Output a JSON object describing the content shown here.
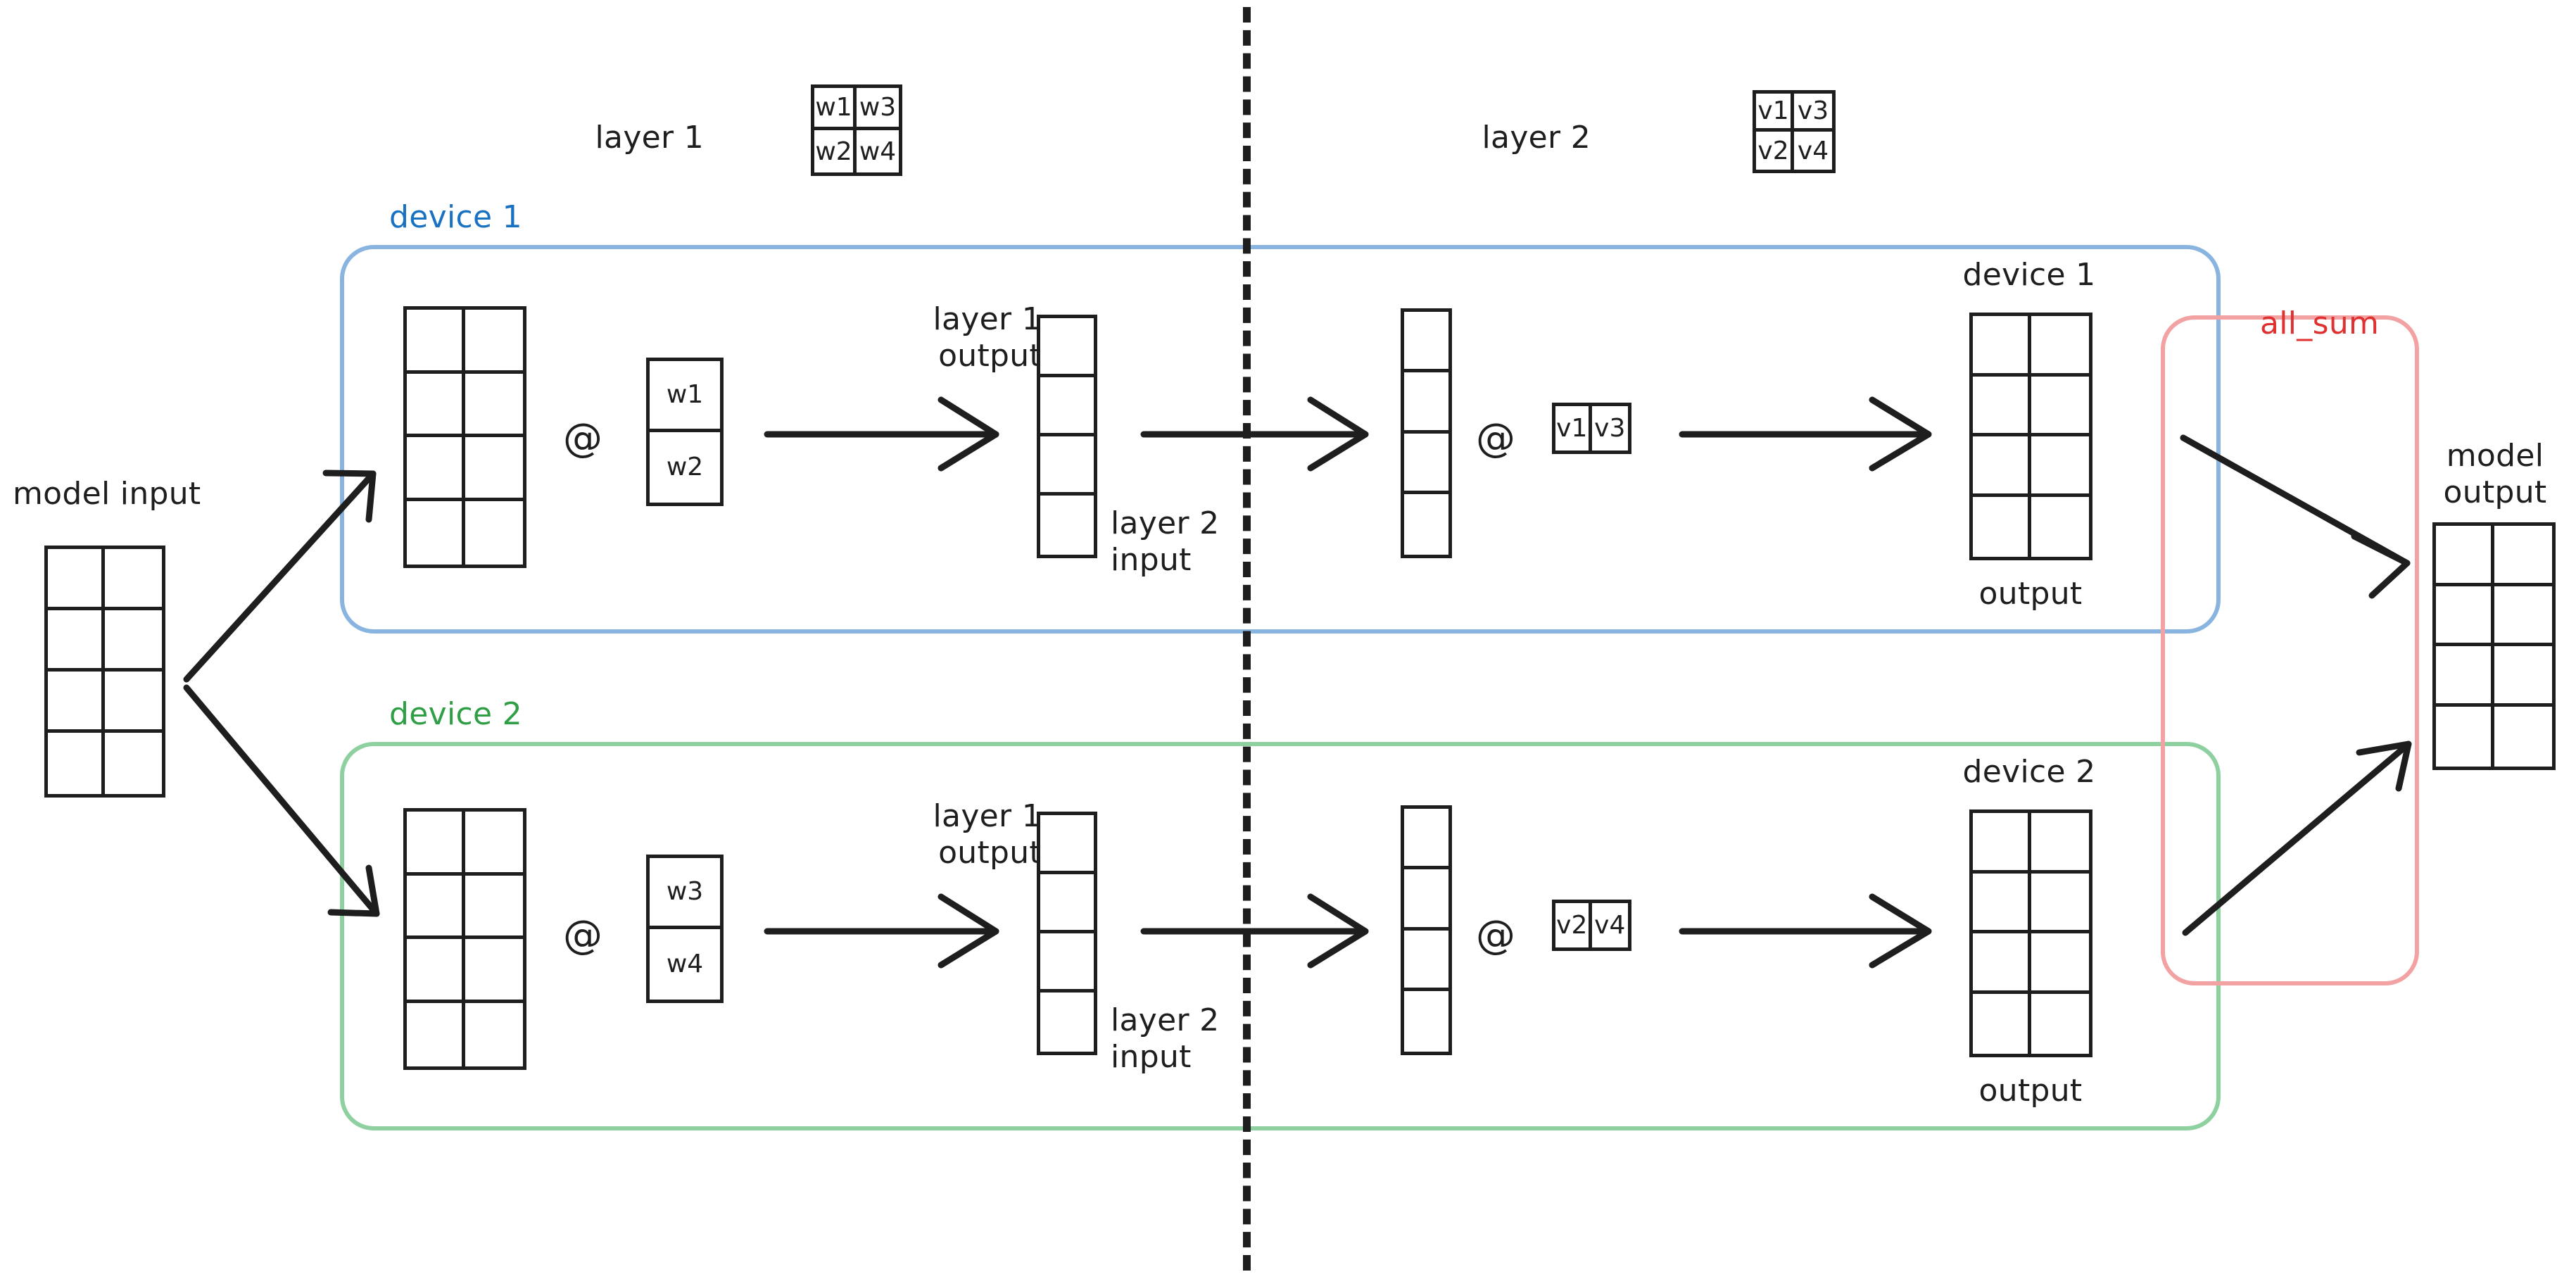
{
  "diagram": {
    "title": "Tensor parallel forward pass across two devices",
    "colors": {
      "ink": "#1e1e1e",
      "device1_text": "#1971c2",
      "device1_border": "#8ab4e0",
      "device2_text": "#2f9e44",
      "device2_border": "#8fd0a0",
      "allsum_text": "#e03131",
      "allsum_border": "#f2a2a2",
      "background": "#ffffff"
    }
  },
  "legend": {
    "layer1_label": "layer 1",
    "layer2_label": "layer 2",
    "layer1_weights": [
      [
        "w1",
        "w3"
      ],
      [
        "w2",
        "w4"
      ]
    ],
    "layer2_weights": [
      [
        "v1",
        "v3"
      ],
      [
        "v2",
        "v4"
      ]
    ]
  },
  "model_input": {
    "label": "model input",
    "rows": 4,
    "cols": 2
  },
  "model_output": {
    "label_line1": "model",
    "label_line2": "output",
    "rows": 4,
    "cols": 2
  },
  "all_sum": {
    "label": "all_sum"
  },
  "divider": {
    "name": "layer-boundary-dashed-line"
  },
  "operator": {
    "matmul": "@"
  },
  "devices": [
    {
      "name": "device 1",
      "input": {
        "rows": 4,
        "cols": 2
      },
      "layer1_weight": {
        "rows": 2,
        "cols": 1,
        "cells": [
          [
            "w1"
          ],
          [
            "w2"
          ]
        ]
      },
      "activation": {
        "rows": 4,
        "cols": 1,
        "label_left_line1": "layer 1",
        "label_left_line2": "output",
        "label_right_line1": "layer 2",
        "label_right_line2": "input"
      },
      "layer2_input": {
        "rows": 4,
        "cols": 1
      },
      "layer2_weight": {
        "rows": 1,
        "cols": 2,
        "cells": [
          [
            "v1",
            "v3"
          ]
        ]
      },
      "output": {
        "rows": 4,
        "cols": 2,
        "label_top": "device 1",
        "label_bottom": "output"
      }
    },
    {
      "name": "device 2",
      "input": {
        "rows": 4,
        "cols": 2
      },
      "layer1_weight": {
        "rows": 2,
        "cols": 1,
        "cells": [
          [
            "w3"
          ],
          [
            "w4"
          ]
        ]
      },
      "activation": {
        "rows": 4,
        "cols": 1,
        "label_left_line1": "layer 1",
        "label_left_line2": "output",
        "label_right_line1": "layer 2",
        "label_right_line2": "input"
      },
      "layer2_input": {
        "rows": 4,
        "cols": 1
      },
      "layer2_weight": {
        "rows": 1,
        "cols": 2,
        "cells": [
          [
            "v2",
            "v4"
          ]
        ]
      },
      "output": {
        "rows": 4,
        "cols": 2,
        "label_top": "device 2",
        "label_bottom": "output"
      }
    }
  ]
}
